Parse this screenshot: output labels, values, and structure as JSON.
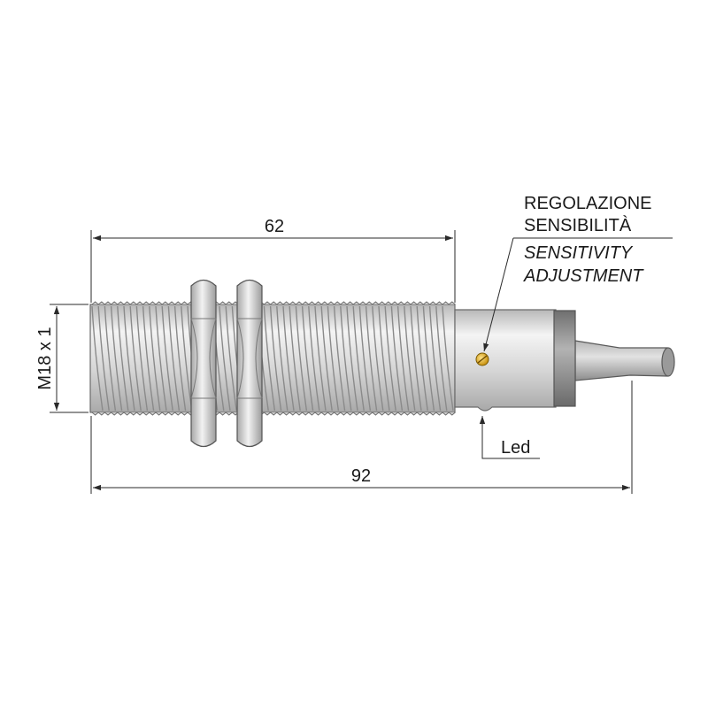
{
  "dimensions": {
    "threaded_length": "62",
    "total_length": "92",
    "thread_spec": "M18 x 1"
  },
  "labels": {
    "adjust_it_line1": "REGOLAZIONE",
    "adjust_it_line2": "SENSIBILITÀ",
    "adjust_en_line1": "SENSITIVITY",
    "adjust_en_line2": "ADJUSTMENT",
    "led": "Led"
  },
  "colors": {
    "body_metal": "#cfcfcf",
    "thread_line": "#8a8a8a",
    "cable": "#9a9a9a",
    "screw": "#e0b020",
    "cap_band": "#888888"
  }
}
